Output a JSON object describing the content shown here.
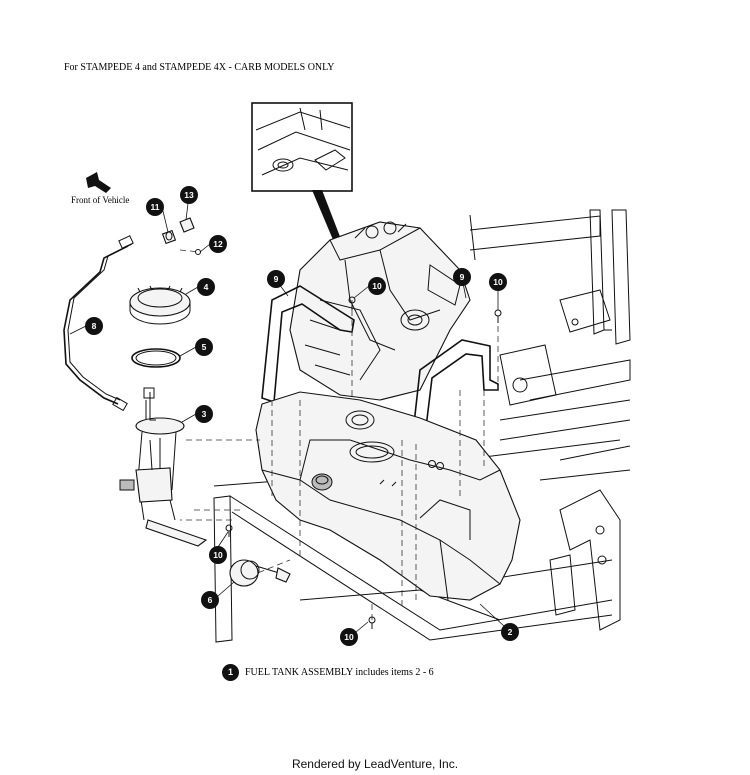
{
  "header": {
    "note": "For STAMPEDE 4 and STAMPEDE 4X - CARB MODELS ONLY"
  },
  "orientation": {
    "front_label": "Front of Vehicle",
    "icon": "arrow-icon"
  },
  "callouts": [
    "2",
    "3",
    "4",
    "5",
    "6",
    "8",
    "9",
    "9",
    "10",
    "10",
    "10",
    "10",
    "11",
    "12",
    "13"
  ],
  "assembly_note": {
    "number": "1",
    "text": "FUEL TANK ASSEMBLY includes items 2 - 6"
  },
  "footer": {
    "text": "Rendered by LeadVenture, Inc."
  }
}
